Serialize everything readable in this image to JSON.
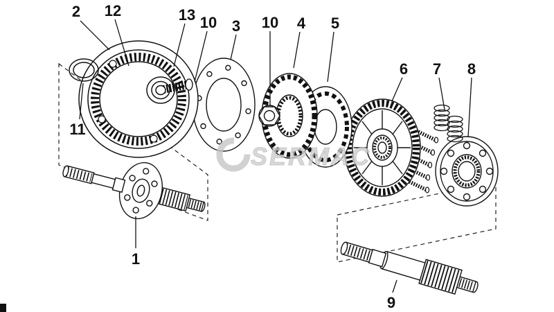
{
  "figure": {
    "background": "#ffffff",
    "ink": "#111111"
  },
  "watermark": {
    "text": "SERMAC",
    "color": "#c9c9c9"
  },
  "callouts": [
    {
      "label": "2"
    },
    {
      "label": "12"
    },
    {
      "label": "13"
    },
    {
      "label": "10"
    },
    {
      "label": "3"
    },
    {
      "label": "10"
    },
    {
      "label": "4"
    },
    {
      "label": "5"
    },
    {
      "label": "6"
    },
    {
      "label": "7"
    },
    {
      "label": "8"
    },
    {
      "label": "11"
    },
    {
      "label": "1"
    },
    {
      "label": "9"
    }
  ]
}
